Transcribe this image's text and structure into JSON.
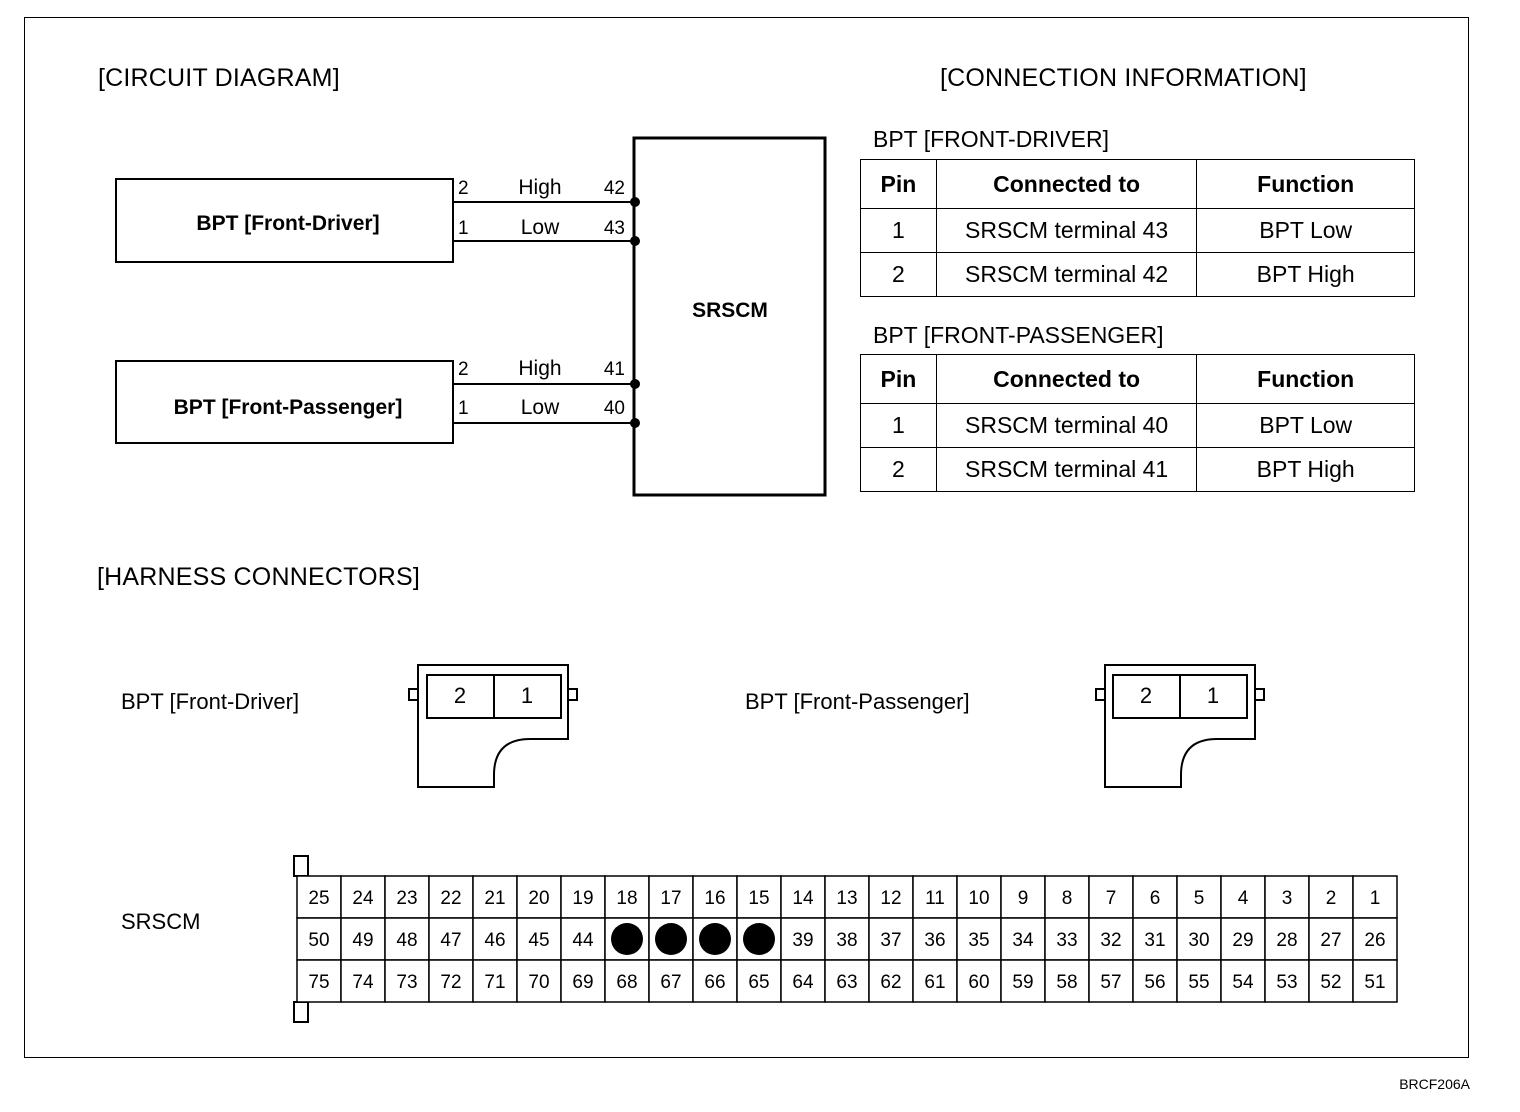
{
  "headings": {
    "circuit": "[CIRCUIT DIAGRAM]",
    "connection": "[CONNECTION INFORMATION]",
    "harness": "[HARNESS CONNECTORS]"
  },
  "circuit": {
    "module_label": "SRSCM",
    "sensors": [
      {
        "label": "BPT [Front-Driver]",
        "wires": [
          {
            "pin": "2",
            "signal": "High",
            "terminal": "42"
          },
          {
            "pin": "1",
            "signal": "Low",
            "terminal": "43"
          }
        ]
      },
      {
        "label": "BPT [Front-Passenger]",
        "wires": [
          {
            "pin": "2",
            "signal": "High",
            "terminal": "41"
          },
          {
            "pin": "1",
            "signal": "Low",
            "terminal": "40"
          }
        ]
      }
    ]
  },
  "tables": [
    {
      "title": "BPT [FRONT-DRIVER]",
      "headers": [
        "Pin",
        "Connected to",
        "Function"
      ],
      "rows": [
        [
          "1",
          "SRSCM terminal 43",
          "BPT Low"
        ],
        [
          "2",
          "SRSCM terminal 42",
          "BPT High"
        ]
      ]
    },
    {
      "title": "BPT [FRONT-PASSENGER]",
      "headers": [
        "Pin",
        "Connected to",
        "Function"
      ],
      "rows": [
        [
          "1",
          "SRSCM terminal 40",
          "BPT Low"
        ],
        [
          "2",
          "SRSCM terminal 41",
          "BPT High"
        ]
      ]
    }
  ],
  "harness": {
    "connectors": [
      {
        "label": "BPT [Front-Driver]",
        "pins": [
          "2",
          "1"
        ]
      },
      {
        "label": "BPT [Front-Passenger]",
        "pins": [
          "2",
          "1"
        ]
      }
    ],
    "srscm": {
      "label": "SRSCM",
      "rows": [
        [
          "25",
          "24",
          "23",
          "22",
          "21",
          "20",
          "19",
          "18",
          "17",
          "16",
          "15",
          "14",
          "13",
          "12",
          "11",
          "10",
          "9",
          "8",
          "7",
          "6",
          "5",
          "4",
          "3",
          "2",
          "1"
        ],
        [
          "50",
          "49",
          "48",
          "47",
          "46",
          "45",
          "44",
          "",
          "",
          "",
          "",
          "39",
          "38",
          "37",
          "36",
          "35",
          "34",
          "33",
          "32",
          "31",
          "30",
          "29",
          "28",
          "27",
          "26"
        ],
        [
          "75",
          "74",
          "73",
          "72",
          "71",
          "70",
          "69",
          "68",
          "67",
          "66",
          "65",
          "64",
          "63",
          "62",
          "61",
          "60",
          "59",
          "58",
          "57",
          "56",
          "55",
          "54",
          "53",
          "52",
          "51"
        ]
      ],
      "filled_cells": [
        [
          1,
          7
        ],
        [
          1,
          8
        ],
        [
          1,
          9
        ],
        [
          1,
          10
        ]
      ]
    }
  },
  "figure_code": "BRCF206A"
}
